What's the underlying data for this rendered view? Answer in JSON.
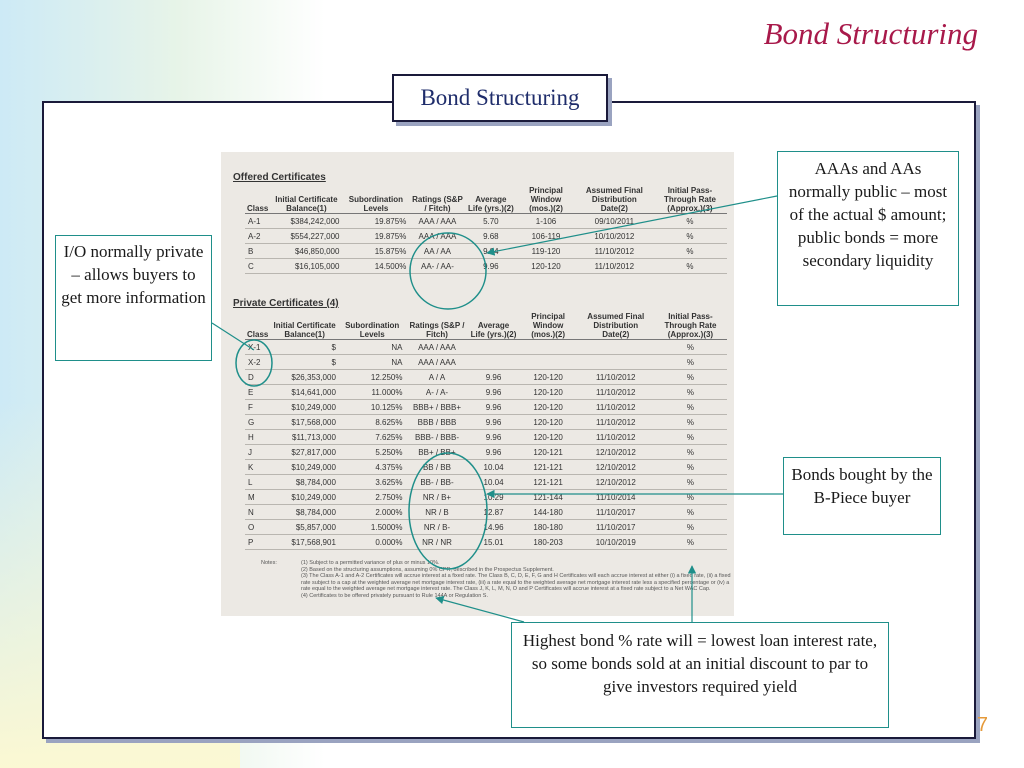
{
  "slide": {
    "title": "Bond Structuring",
    "frame_title": "Bond Structuring",
    "page_number": "7"
  },
  "offered": {
    "title": "Offered Certificates",
    "headers": [
      "Class",
      "Initial Certificate Balance(1)",
      "Subordination Levels",
      "Ratings (S&P / Fitch)",
      "Average Life (yrs.)(2)",
      "Principal Window (mos.)(2)",
      "Assumed Final Distribution Date(2)",
      "Initial Pass-Through Rate (Approx.)(3)"
    ],
    "rows": [
      [
        "A-1",
        "$384,242,000",
        "19.875%",
        "AAA / AAA",
        "5.70",
        "1-106",
        "09/10/2011",
        "%"
      ],
      [
        "A-2",
        "$554,227,000",
        "19.875%",
        "AAA / AAA",
        "9.68",
        "106-119",
        "10/10/2012",
        "%"
      ],
      [
        "B",
        "$46,850,000",
        "15.875%",
        "AA / AA",
        "9.84",
        "119-120",
        "11/10/2012",
        "%"
      ],
      [
        "C",
        "$16,105,000",
        "14.500%",
        "AA- / AA-",
        "9.96",
        "120-120",
        "11/10/2012",
        "%"
      ]
    ]
  },
  "private": {
    "title": "Private Certificates (4)",
    "headers": [
      "Class",
      "Initial Certificate Balance(1)",
      "Subordination Levels",
      "Ratings (S&P / Fitch)",
      "Average Life (yrs.)(2)",
      "Principal Window (mos.)(2)",
      "Assumed Final Distribution Date(2)",
      "Initial Pass-Through Rate (Approx.)(3)"
    ],
    "rows": [
      [
        "X-1",
        "$",
        "NA",
        "AAA / AAA",
        "",
        "",
        "",
        "%"
      ],
      [
        "X-2",
        "$",
        "NA",
        "AAA / AAA",
        "",
        "",
        "",
        "%"
      ],
      [
        "D",
        "$26,353,000",
        "12.250%",
        "A / A",
        "9.96",
        "120-120",
        "11/10/2012",
        "%"
      ],
      [
        "E",
        "$14,641,000",
        "11.000%",
        "A- / A-",
        "9.96",
        "120-120",
        "11/10/2012",
        "%"
      ],
      [
        "F",
        "$10,249,000",
        "10.125%",
        "BBB+ / BBB+",
        "9.96",
        "120-120",
        "11/10/2012",
        "%"
      ],
      [
        "G",
        "$17,568,000",
        "8.625%",
        "BBB / BBB",
        "9.96",
        "120-120",
        "11/10/2012",
        "%"
      ],
      [
        "H",
        "$11,713,000",
        "7.625%",
        "BBB- / BBB-",
        "9.96",
        "120-120",
        "11/10/2012",
        "%"
      ],
      [
        "J",
        "$27,817,000",
        "5.250%",
        "BB+ / BB+",
        "9.96",
        "120-121",
        "12/10/2012",
        "%"
      ],
      [
        "K",
        "$10,249,000",
        "4.375%",
        "BB / BB",
        "10.04",
        "121-121",
        "12/10/2012",
        "%"
      ],
      [
        "L",
        "$8,784,000",
        "3.625%",
        "BB- / BB-",
        "10.04",
        "121-121",
        "12/10/2012",
        "%"
      ],
      [
        "M",
        "$10,249,000",
        "2.750%",
        "NR / B+",
        "10.29",
        "121-144",
        "11/10/2014",
        "%"
      ],
      [
        "N",
        "$8,784,000",
        "2.000%",
        "NR / B",
        "12.87",
        "144-180",
        "11/10/2017",
        "%"
      ],
      [
        "O",
        "$5,857,000",
        "1.5000%",
        "NR / B-",
        "14.96",
        "180-180",
        "11/10/2017",
        "%"
      ],
      [
        "P",
        "$17,568,901",
        "0.000%",
        "NR / NR",
        "15.01",
        "180-203",
        "10/10/2019",
        "%"
      ]
    ]
  },
  "notes": {
    "label": "Notes:",
    "lines": [
      "(1) Subject to a permitted variance of plus or minus 10%.",
      "(2) Based on the structuring assumptions, assuming 0% CPR, described in the Prospectus Supplement.",
      "(3) The Class A-1 and A-2 Certificates will accrue interest at a fixed rate. The Class B, C, D, E, F, G and H Certificates will each accrue interest at either (i) a fixed rate, (ii) a fixed rate subject to a cap at the weighted average net mortgage interest rate, (iii) a rate equal to the weighted average net mortgage interest rate less a specified percentage or (iv) a rate equal to the weighted average net mortgage interest rate. The Class J, K, L, M, N, O and P Certificates will accrue interest at a fixed rate subject to a Net WAC Cap.",
      "(4) Certificates to be offered privately pursuant to Rule 144A or Regulation S."
    ]
  },
  "callouts": {
    "aaas": "AAAs and AAs normally public – most of the actual $ amount; public bonds = more secondary liquidity",
    "io": "I/O normally private – allows buyers to get more information",
    "bpiece": "Bonds bought by the B-Piece buyer",
    "highest": "Highest bond % rate will = lowest loan interest rate, so some bonds sold at an initial discount to par to give investors required yield"
  },
  "colors": {
    "title": "#a8194a",
    "annotation": "#1f8f8a",
    "frame_text": "#1f2d6b",
    "page_number": "#e59a3a"
  }
}
